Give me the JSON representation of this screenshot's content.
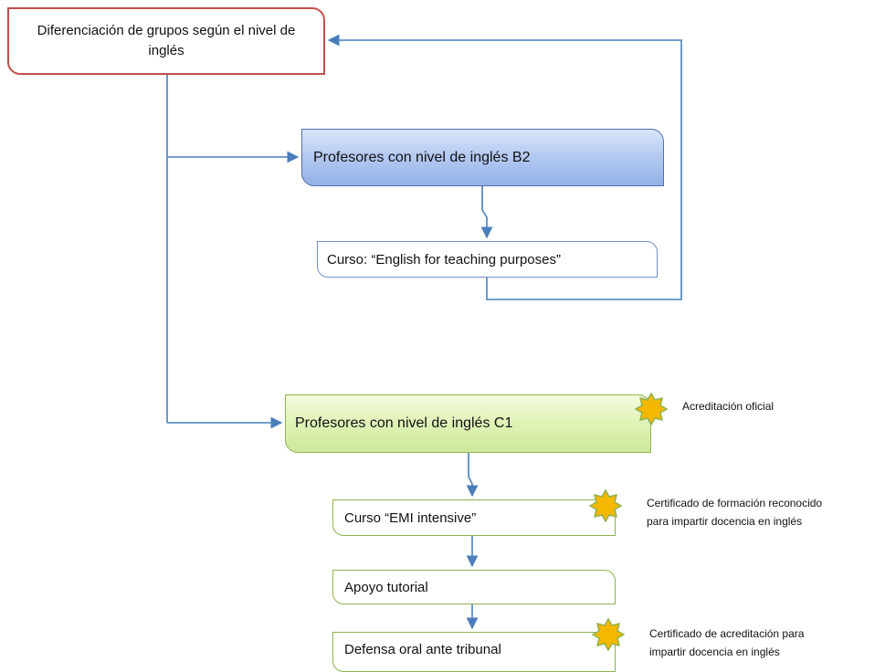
{
  "nodes": {
    "root": "Diferenciación de grupos según el nivel de inglés",
    "b2": "Profesores con nivel de inglés B2",
    "english_course": "Curso: “English for teaching purposes”",
    "c1": "Profesores con nivel de inglés C1",
    "emi_course": "Curso “EMI intensive”",
    "tutorial": "Apoyo tutorial",
    "defense": "Defensa oral ante tribunal"
  },
  "annotations": {
    "official": "Acreditación oficial",
    "training_cert_line1": "Certificado de formación reconocido",
    "training_cert_line2": "para impartir docencia en inglés",
    "accreditation_cert_line1": "Certificado de acreditación  para",
    "accreditation_cert_line2": "impartir docencia en inglés"
  },
  "colors": {
    "connector": "#4a7ebb",
    "root_border": "#c0504d",
    "b2_fill": "#b5cbf2",
    "c1_fill": "#e0f2b6",
    "badge": "#f5b800"
  },
  "icons": {
    "badge": "starburst-badge-icon"
  }
}
